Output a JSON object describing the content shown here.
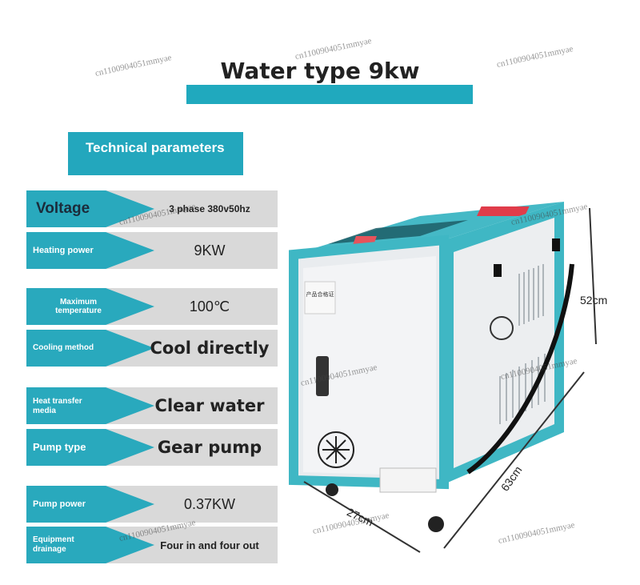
{
  "title": "Water type 9kw",
  "section_label": "Technical parameters",
  "specs": [
    {
      "label": "Voltage",
      "value": "3 phase 380v50hz"
    },
    {
      "label": "Heating power",
      "value": "9KW"
    },
    {
      "label": "Maximum temperature",
      "value": "100℃"
    },
    {
      "label": "Cooling method",
      "value": "Cool directly"
    },
    {
      "label": "Heat transfer media",
      "value": "Clear water"
    },
    {
      "label": "Pump type",
      "value": "Gear pump"
    },
    {
      "label": "Pump power",
      "value": "0.37KW"
    },
    {
      "label": "Equipment drainage",
      "value": "Four in and four out"
    }
  ],
  "dimensions": {
    "height": "52cm",
    "depth": "63cm",
    "width": "27cm"
  },
  "front_label": "产品合格证",
  "watermark": "cn1100904051mmyae",
  "colors": {
    "accent": "#23a7bd",
    "machine_teal": "#3fb7c4",
    "row_gray": "#d9d9d9"
  }
}
